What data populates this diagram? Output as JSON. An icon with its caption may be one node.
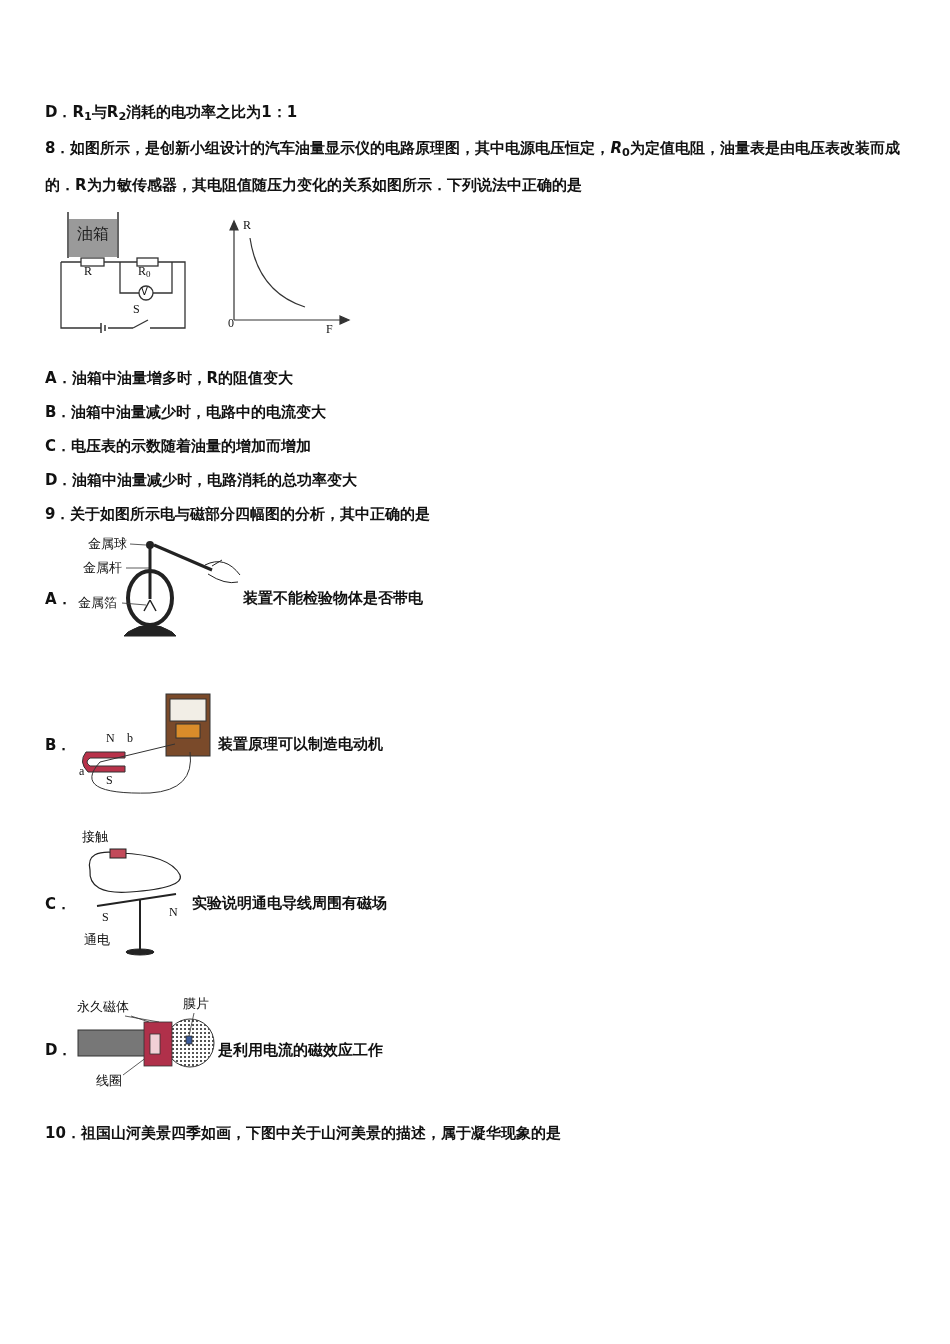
{
  "diagram": {
    "nodes": [
      {
        "text": [
          "油箱"
        ]
      },
      {
        "text": [
          "金属球"
        ]
      },
      {
        "text": [
          "金属杆"
        ]
      },
      {
        "text": [
          "金属箔"
        ]
      },
      {
        "text": [
          "永久磁体"
        ]
      },
      {
        "text": [
          "膜片"
        ]
      },
      {
        "text": [
          "线圈"
        ]
      },
      {
        "text": [],
        "shape": "circle"
      },
      {
        "text": [],
        "shape": "bar"
      },
      {
        "text": [],
        "shape": "picture"
      },
      {
        "text": [],
        "shape": "box"
      },
      {
        "text": [],
        "shape": "box"
      },
      {
        "text": [],
        "shape": "box",
        "in": 10
      }
    ],
    "edges": [
      {
        "from": 1,
        "to": 7,
        "arrow": "none"
      },
      {
        "from": 2,
        "to": 8,
        "arrow": "none"
      },
      {
        "from": 3,
        "to": 9,
        "arrow": "none"
      },
      {
        "from": 4,
        "to": 10,
        "arrow": "none"
      },
      {
        "from": 4,
        "to": 10,
        "arrow": "none"
      },
      {
        "from": 5,
        "to": 11,
        "arrow": "none"
      },
      {
        "from": 6,
        "to": 12,
        "arrow": "none"
      }
    ],
    "labels": [
      "D．R$_{1}$与R$_{2}$消耗的电功率之比为1：1",
      "8．如图所示，是创新小组设计的汽车油量显示仪的电路原理图，其中电源电压恒定，*R*$_{0}$为定值电阻，油量表是由电压表改装而成的．R为力敏传感器，其电阻值随压力变化的关系如图所示．下列说法中正确的是",
      "R",
      "R$_{0}$",
      "V",
      "S",
      "R",
      "0",
      "F",
      "A．油箱中油量增多时，R的阻值变大",
      "B．油箱中油量减少时，电路中的电流变大",
      "C．电压表的示数随着油量的增加而增加",
      "D．油箱中油量减少时，电路消耗的总功率变大",
      "9．关于如图所示电与磁部分四幅图的分析，其中正确的是",
      "A．",
      "装置不能检验物体是否带电",
      "B．",
      "N",
      "b",
      "a",
      "S",
      "装置原理可以制造电动机",
      "C．",
      "接触",
      "S",
      "N",
      "通电",
      "实验说明通电导线周围有磁场",
      "D．",
      "是利用电流的磁效应工作",
      "10．祖国山河美景四季如画，下图中关于山河美景的描述，属于凝华现象的是"
    ]
  }
}
